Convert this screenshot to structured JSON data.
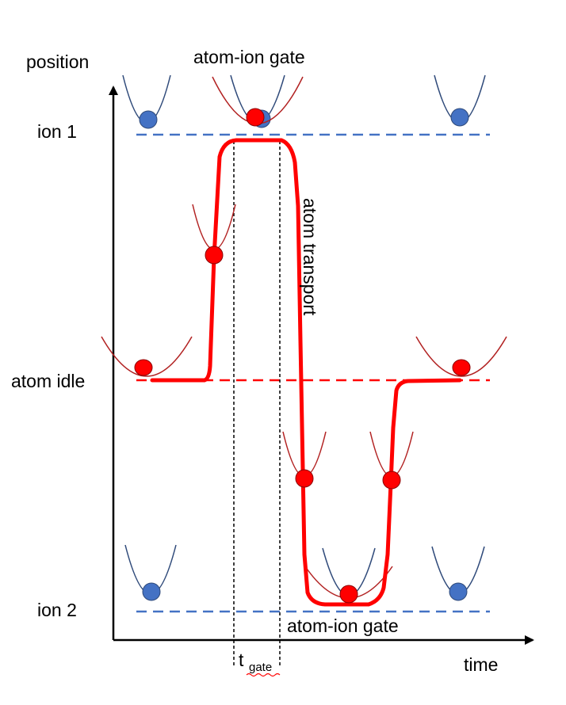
{
  "labels": {
    "y_axis": "position",
    "x_axis": "time",
    "ion1": "ion 1",
    "ion2": "ion 2",
    "atom_idle": "atom idle",
    "gate_top": "atom-ion gate",
    "gate_bottom": "atom-ion gate",
    "transport": "atom transport",
    "t_main": "t",
    "t_sub": "gate"
  },
  "colors": {
    "ion_ball": "#4472c4",
    "ion_trap": "#2f4a7a",
    "ion_level": "#4472c4",
    "atom_ball": "#ff0000",
    "atom_trap": "#b22222",
    "atom_path": "#ff0000",
    "atom_level": "#ff0000",
    "axis": "#000000",
    "squiggle": "#ff0000"
  },
  "icons": {
    "ion": "blue-ball-icon",
    "atom": "red-ball-icon",
    "trap": "parabolic-potential-icon"
  }
}
